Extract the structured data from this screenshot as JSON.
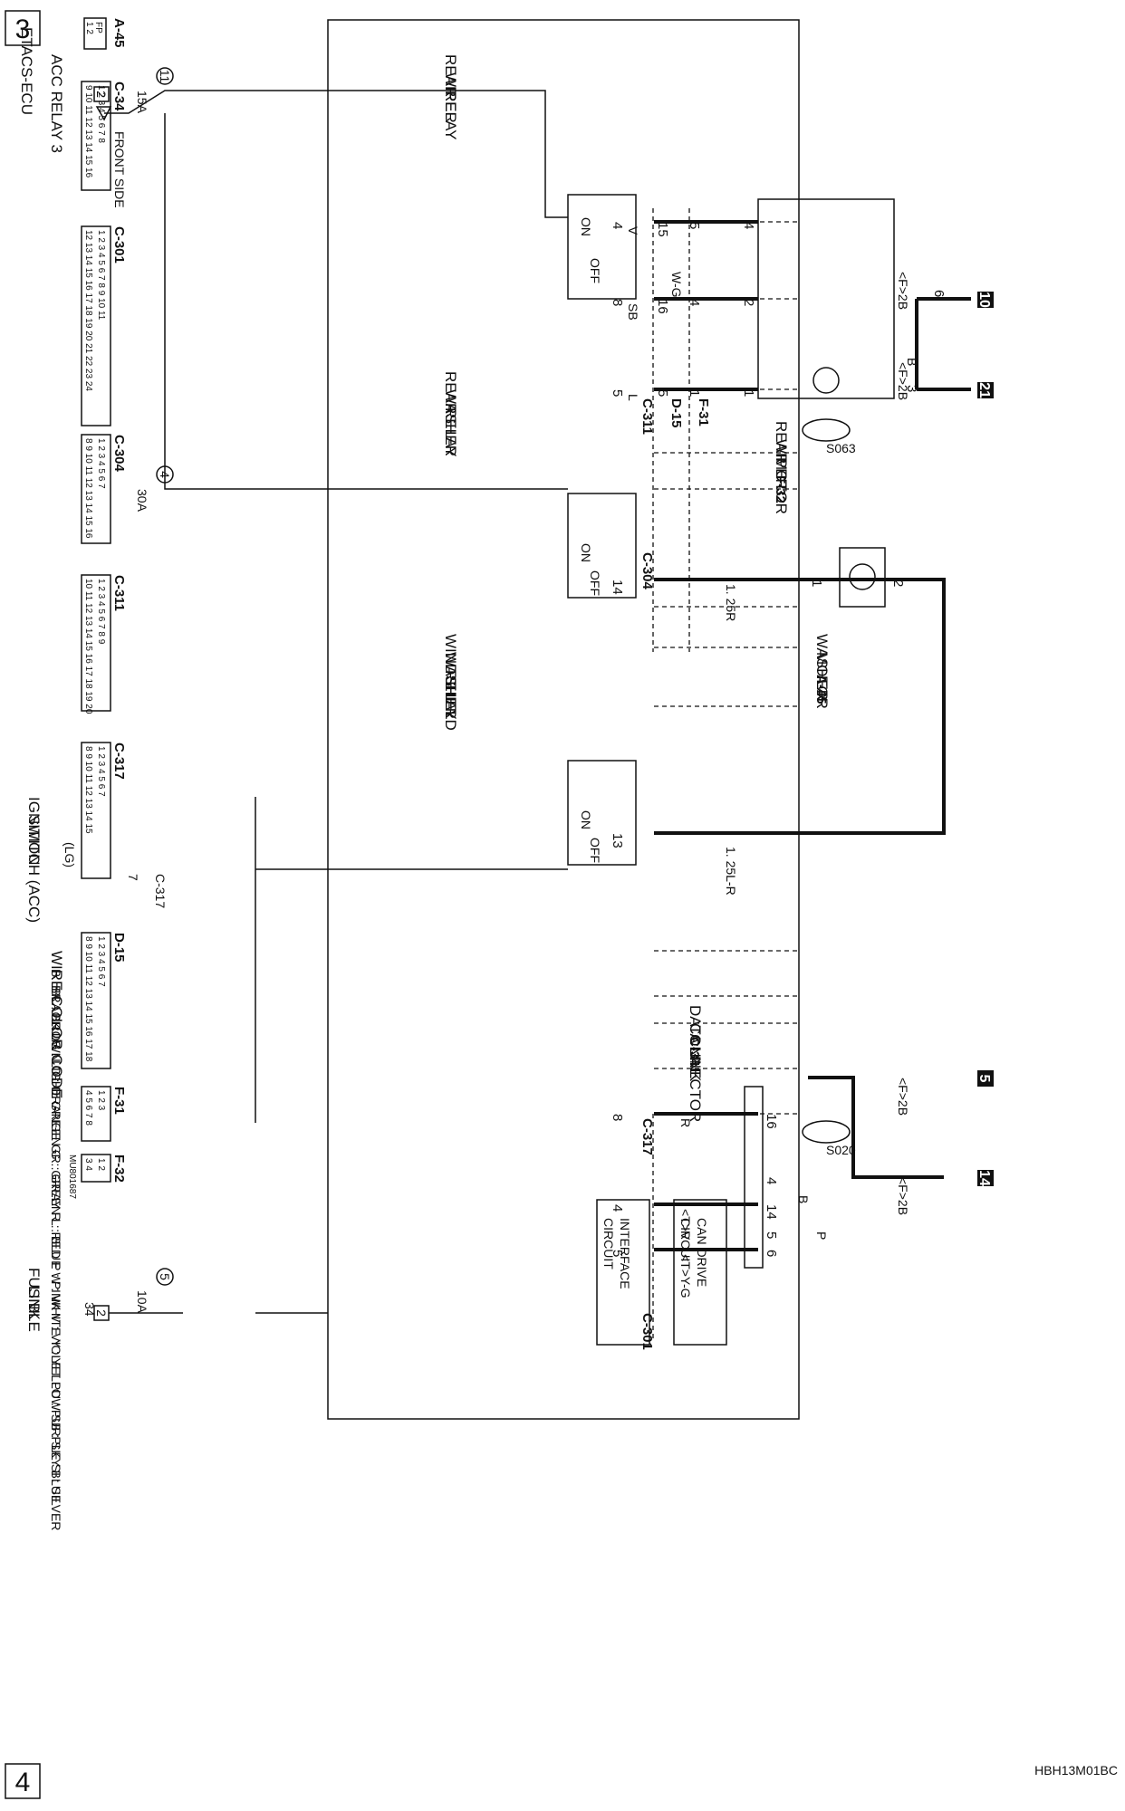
{
  "page": {
    "left_number": "3",
    "right_number": "4",
    "diagram_code": "HBH13M01BC"
  },
  "ecu": {
    "title": "ETACS-ECU"
  },
  "relays": {
    "acc_relay": "ACC RELAY 3",
    "rear_wiper": [
      "REAR",
      "WIPER",
      "RELAY"
    ],
    "rear_washer": [
      "REAR",
      "WASHER",
      "RELAY"
    ],
    "windshield_washer": [
      "WINDSHIELD",
      "WASHER",
      "RELAY"
    ],
    "on": "ON",
    "off": "OFF"
  },
  "fuses": [
    {
      "number": "11",
      "rating": "15A"
    },
    {
      "number": "4",
      "rating": "30A"
    },
    {
      "number": "5",
      "rating": "10A"
    }
  ],
  "ignition": {
    "label": [
      "IGNITION",
      "SWITCH (ACC)"
    ],
    "wire": "(LG)",
    "pin": "7",
    "connector": "C-317"
  },
  "fusible_link": {
    "label": [
      "FUSIBLE",
      "LINK"
    ],
    "number": "34",
    "term": "2"
  },
  "acc_term": "2",
  "can": {
    "drive": [
      "CAN DRIVE",
      "CIRCUIT"
    ],
    "interface": [
      "INTERFACE",
      "CIRCUIT"
    ]
  },
  "rear_wiper_motor": {
    "label": [
      "REAR",
      "WIPER",
      "MOTOR"
    ],
    "connector": "F-32",
    "pins": [
      "4",
      "2",
      "1"
    ],
    "b_pin": "3",
    "b_wire": "B"
  },
  "washer_motor": {
    "label": [
      "WASHER",
      "MOTOR"
    ],
    "connector": "A-45",
    "pins": [
      "1",
      "2"
    ]
  },
  "harness": {
    "c311": {
      "connector": "C-311",
      "pins": [
        "4",
        "8",
        "5"
      ]
    },
    "d15": {
      "connector": "D-15",
      "pins": [
        "15",
        "16",
        "5"
      ]
    },
    "f31": {
      "connector": "F-31",
      "pins": [
        "5",
        "4",
        "1"
      ]
    },
    "c304": {
      "connector": "C-304",
      "pins": [
        "14",
        "13"
      ]
    },
    "c317": {
      "connector": "C-317",
      "pin": "8"
    },
    "c301": {
      "connector": "C-301",
      "pin": "5"
    },
    "ecu_pin_4": "4"
  },
  "wires": {
    "v": "V",
    "sb": "SB",
    "l": "L",
    "wg": "W-G",
    "r125": "1. 25R",
    "l125r": "1. 25L-R",
    "r": "R",
    "tv": "<T>V",
    "tyg": "<T>Y-G",
    "b": "B",
    "p": "P",
    "f2b": "<F>2B",
    "f31_pin": "6"
  },
  "grounds": [
    {
      "id": "10"
    },
    {
      "id": "21"
    },
    {
      "id": "5"
    },
    {
      "id": "14"
    }
  ],
  "splices": [
    "S063",
    "S020"
  ],
  "data_link": {
    "label": [
      "DATA LINK",
      "CONNECTOR"
    ],
    "connector": "C-34",
    "pins": [
      "16",
      "4",
      "14",
      "5",
      "6"
    ]
  },
  "connector_views": [
    {
      "id": "A-45"
    },
    {
      "id": "C-34",
      "note": "FRONT SIDE"
    },
    {
      "id": "C-301"
    },
    {
      "id": "C-304"
    },
    {
      "id": "C-311"
    },
    {
      "id": "C-317"
    },
    {
      "id": "D-15"
    },
    {
      "id": "F-31"
    },
    {
      "id": "F-32",
      "code": "MU801687"
    }
  ],
  "a45_labels": [
    "FP",
    "1 2"
  ],
  "c34_pins": [
    "1 2 3 4 5 6 7 8",
    "9 10 11 12 13 14 15 16"
  ],
  "c301_pins": [
    "1 2 3 4 5   6 7 8 9 10 11",
    "12 13 14 15 16 17 18 19 20 21 22 23 24"
  ],
  "c304_pins": [
    "1 2 3 4  5 6 7",
    "8 9 10 11 12 13 14 15 16"
  ],
  "c311_pins": [
    "1 2 3 4  5 6 7 8 9",
    "10 11 12 13 14 15 16 17 18 19 20"
  ],
  "c317_pins": [
    "1 2 3 4    5 6 7",
    "8 9 10 11  12  13 14 15"
  ],
  "d15_pins": [
    "1  2  3     4 5 6 7",
    "8 9 10 11 12 13 14 15 16 17 18"
  ],
  "f31_pins": [
    "1  2 3",
    "4 5 6 7 8"
  ],
  "f32_pins": [
    "1 2",
    "3 4"
  ],
  "wire_color_code": {
    "title": "WIRE COLOR CODE",
    "line1": "B : BLACK   LG : LIGHT GREEN   G : GREEN   L : BLUE   W : WHITE   Y : YELLOW   SB : SKY BLUE",
    "line2": "BR : BROWN   O : ORANGE   GR : GRAY   R : RED   P : PINK   V : VIOLET   PU : PURPLE   SI : SILVER"
  }
}
